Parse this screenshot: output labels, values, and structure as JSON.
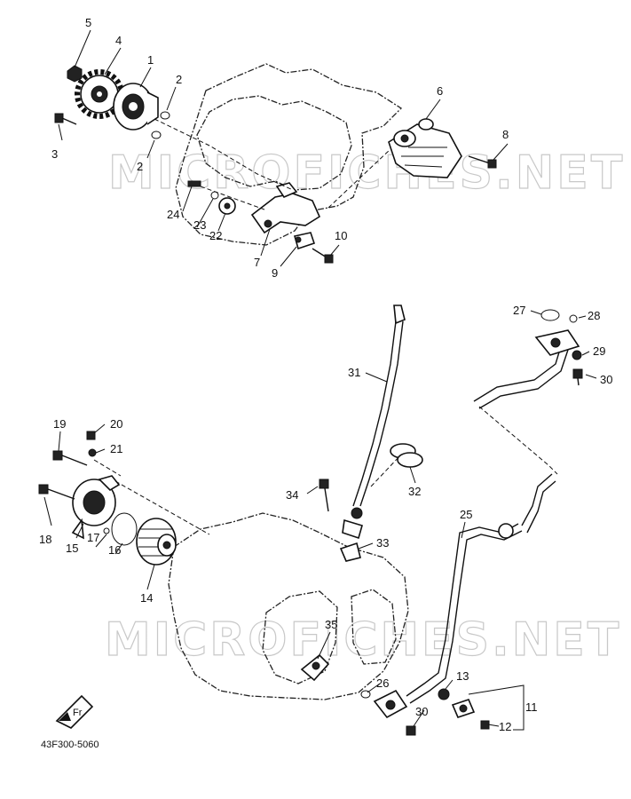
{
  "diagram_code": "43F300-5060",
  "watermark_top": "MICROFICHES.NET",
  "watermark_bottom": "MICROFICHES.NET",
  "fr_badge": "Fr",
  "callouts": {
    "c1": "1",
    "c2a": "2",
    "c2b": "2",
    "c3": "3",
    "c4": "4",
    "c5": "5",
    "c6": "6",
    "c7": "7",
    "c8": "8",
    "c9": "9",
    "c10": "10",
    "c11": "11",
    "c12": "12",
    "c13": "13",
    "c14": "14",
    "c15": "15",
    "c16": "16",
    "c17": "17",
    "c18": "18",
    "c19": "19",
    "c20": "20",
    "c21": "21",
    "c22": "22",
    "c23": "23",
    "c24": "24",
    "c25": "25",
    "c26": "26",
    "c27": "27",
    "c28": "28",
    "c29": "29",
    "c30a": "30",
    "c30b": "30",
    "c31": "31",
    "c32": "32",
    "c33": "33",
    "c34": "34",
    "c35": "35"
  }
}
